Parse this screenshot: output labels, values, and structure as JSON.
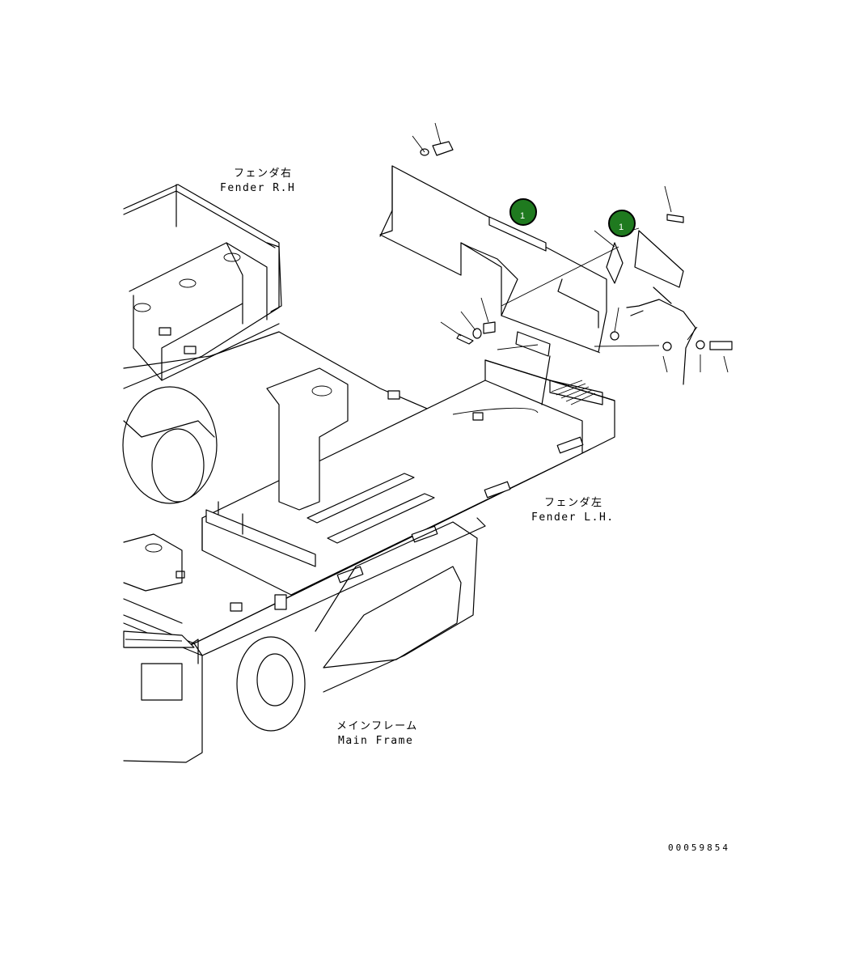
{
  "labels": {
    "fender_rh_jp": "フェンダ右",
    "fender_rh_en": "Fender R.H",
    "fender_lh_jp": "フェンダ左",
    "fender_lh_en": "Fender L.H.",
    "main_frame_jp": "メインフレーム",
    "main_frame_en": "Main Frame"
  },
  "callouts": [
    {
      "label": "1",
      "color": "#1f7a1f"
    },
    {
      "label": "1",
      "color": "#1f7a1f"
    }
  ],
  "drawing_number": "00059854"
}
